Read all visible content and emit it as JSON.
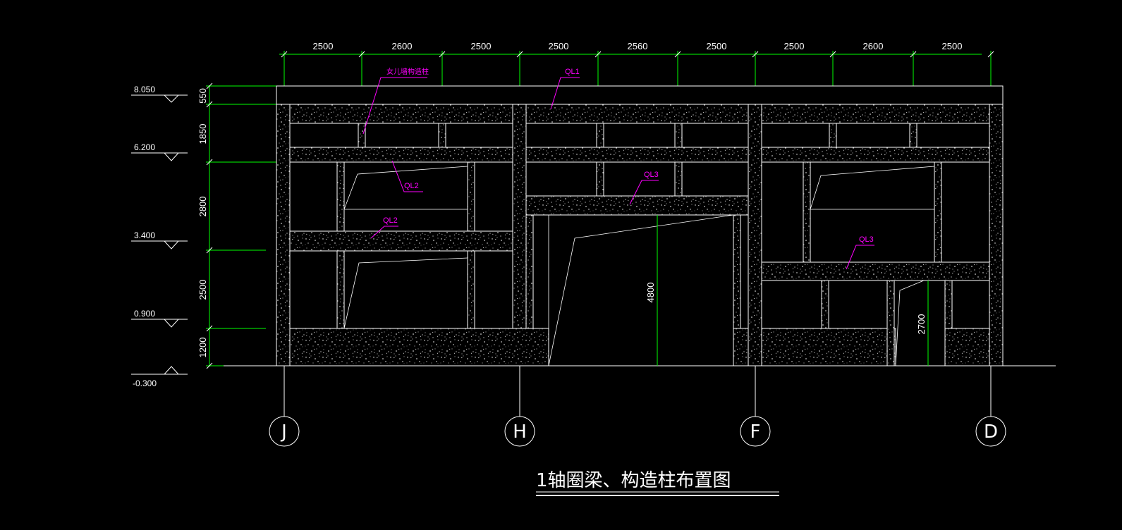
{
  "top_dimensions": [
    "2500",
    "2600",
    "2500",
    "2500",
    "2560",
    "2500",
    "2500",
    "2600",
    "2500"
  ],
  "height_dimensions": [
    "550",
    "1850",
    "2800",
    "2500",
    "1200"
  ],
  "elevations": [
    "8.050",
    "6.200",
    "3.400",
    "0.900",
    "-0.300"
  ],
  "beam_labels": {
    "parapet_column": "女儿墙构造柱",
    "ql1": "QL1",
    "ql2_upper": "QL2",
    "ql2_lower": "QL2",
    "ql3_middle": "QL3",
    "ql3_right": "QL3"
  },
  "opening_dimensions": {
    "door_middle": "4800",
    "door_right": "2700"
  },
  "axes": [
    "J",
    "H",
    "F",
    "D"
  ],
  "title": "1轴圈梁、构造柱布置图",
  "colors": {
    "background": "#000000",
    "linework": "#ffffff",
    "dimension": "#00ff00",
    "label": "#ff00ff"
  }
}
